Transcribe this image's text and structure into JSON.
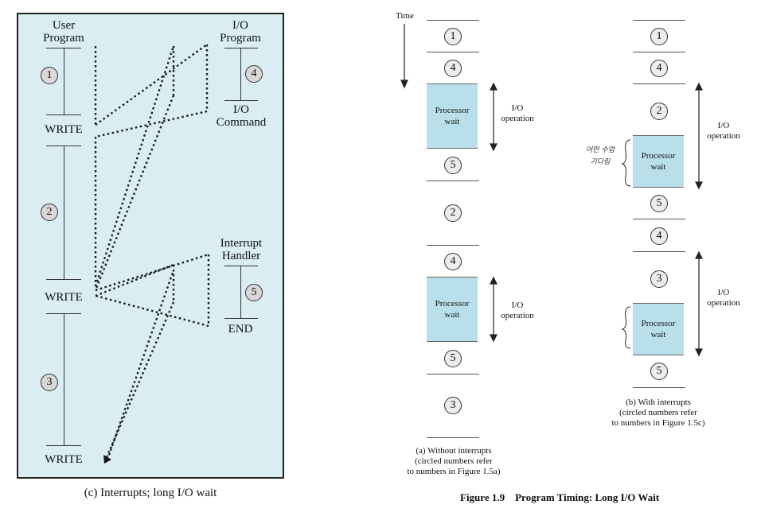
{
  "panel_c": {
    "user_program": "User\nProgram",
    "io_program": "I/O\nProgram",
    "io_command": "I/O\nCommand",
    "interrupt_handler": "Interrupt\nHandler",
    "end": "END",
    "write_1": "WRITE",
    "write_2": "WRITE",
    "write_3": "WRITE",
    "steps": [
      "1",
      "2",
      "3",
      "4",
      "5"
    ],
    "caption": "(c) Interrupts; long I/O wait",
    "background": "#d9edf2"
  },
  "panel_a": {
    "time_label": "Time",
    "segments": [
      "1",
      "4",
      "Processor\nwait",
      "5",
      "2",
      "4",
      "Processor\nwait",
      "5",
      "3"
    ],
    "io_label": "I/O\noperation",
    "caption": "(a) Without interrupts\n(circled numbers refer\nto numbers in Figure 1.5a)"
  },
  "panel_b": {
    "segments": [
      "1",
      "4",
      "2",
      "Processor\nwait",
      "5",
      "4",
      "3",
      "Processor\nwait",
      "5"
    ],
    "io_label": "I/O\noperation",
    "handwritten_note": "어떤 수업\n기다림",
    "caption": "(b) With interrupts\n(circled numbers refer\nto numbers in Figure 1.5c)"
  },
  "figure_caption": "Figure 1.9    Program Timing: Long I/O Wait",
  "colors": {
    "processor_wait": "#b9e0ea",
    "circle_fill": "#d8d8d8"
  }
}
